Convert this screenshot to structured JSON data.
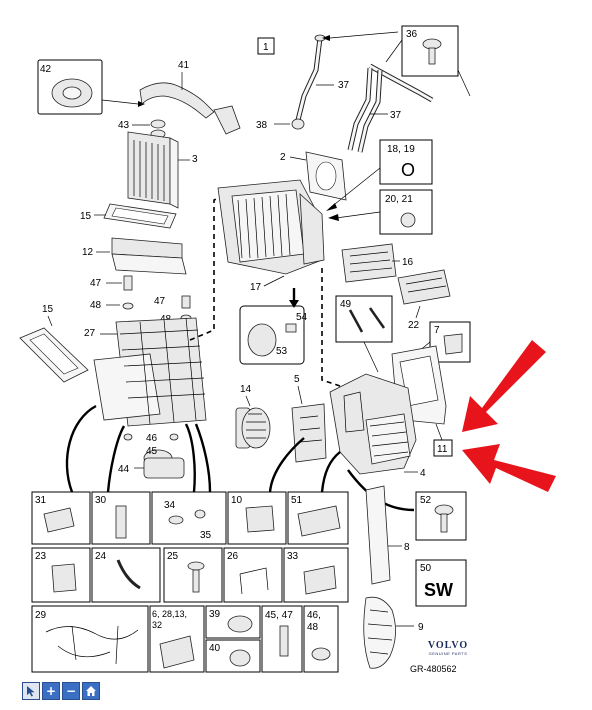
{
  "diagram": {
    "reference": "GR-480562",
    "brand": "VOLVO",
    "brand_sub": "GENUINE PARTS",
    "sw_label": "SW",
    "callouts": {
      "c1": "1",
      "c2": "2",
      "c3": "3",
      "c4": "4",
      "c5": "5",
      "c7": "7",
      "c8": "8",
      "c9": "9",
      "c11": "11",
      "c12": "12",
      "c14": "14",
      "c15a": "15",
      "c15b": "15",
      "c16": "16",
      "c17": "17",
      "c18_19": "18, 19",
      "c20_21": "20, 21",
      "c22": "22",
      "c27": "27",
      "c36": "36",
      "c37a": "37",
      "c37b": "37",
      "c38": "38",
      "c41": "41",
      "c42": "42",
      "c43": "43",
      "c44": "44",
      "c45": "45",
      "c46": "46",
      "c47a": "47",
      "c47b": "47",
      "c48a": "48",
      "c48b": "48",
      "c49": "49",
      "c50": "50",
      "c52": "52",
      "c53": "53",
      "c54": "54"
    },
    "boxes": {
      "b31": "31",
      "b30": "30",
      "b34": "34",
      "b35": "35",
      "b10": "10",
      "b51": "51",
      "b23": "23",
      "b24": "24",
      "b25": "25",
      "b26": "26",
      "b33": "33",
      "b29": "29",
      "b6": "6, 28,13,",
      "b32": "32",
      "b39": "39",
      "b40": "40",
      "b45_47": "45, 47",
      "b46_48": "46,",
      "b46_48b": "48"
    },
    "o_symbol": "O"
  },
  "toolbar": {
    "select": "pointer-icon",
    "zoom_in": "+",
    "zoom_out": "−",
    "home": "home-icon"
  }
}
